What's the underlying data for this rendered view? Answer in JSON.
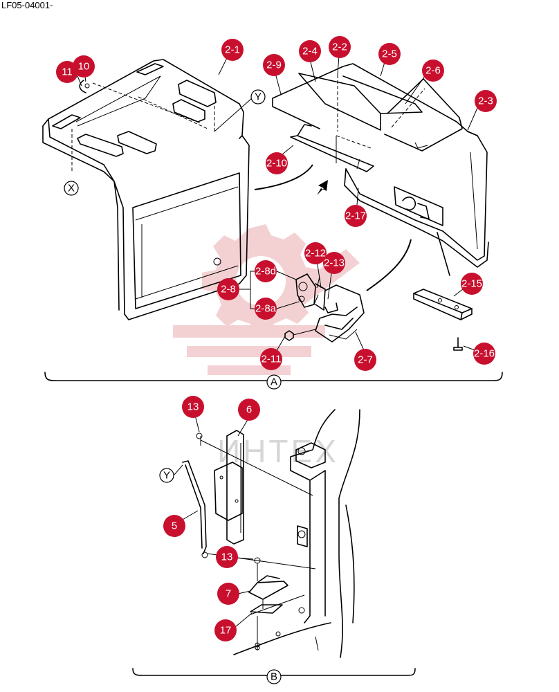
{
  "doc_code": "LF05-04001-",
  "colors": {
    "callout": "#c8102e",
    "watermark": "#f2c9cc",
    "ink": "#000000"
  },
  "watermark": {
    "text": "ИНТЕХ",
    "icon": "gear-logo-icon"
  },
  "section_labels": [
    "A",
    "B"
  ],
  "view_markers": {
    "x": "X",
    "y": "Y"
  },
  "callouts": [
    {
      "id": "2-1",
      "label": "2-1"
    },
    {
      "id": "2-2",
      "label": "2-2"
    },
    {
      "id": "2-3",
      "label": "2-3"
    },
    {
      "id": "2-4",
      "label": "2-4"
    },
    {
      "id": "2-5",
      "label": "2-5"
    },
    {
      "id": "2-6",
      "label": "2-6"
    },
    {
      "id": "2-7",
      "label": "2-7"
    },
    {
      "id": "2-8",
      "label": "2-8"
    },
    {
      "id": "2-8a",
      "label": "2-8a"
    },
    {
      "id": "2-8d",
      "label": "2-8d"
    },
    {
      "id": "2-9",
      "label": "2-9"
    },
    {
      "id": "2-10",
      "label": "2-10"
    },
    {
      "id": "2-11",
      "label": "2-11"
    },
    {
      "id": "2-12",
      "label": "2-12"
    },
    {
      "id": "2-13",
      "label": "2-13"
    },
    {
      "id": "2-15",
      "label": "2-15"
    },
    {
      "id": "2-16",
      "label": "2-16"
    },
    {
      "id": "2-17",
      "label": "2-17"
    },
    {
      "id": "5",
      "label": "5"
    },
    {
      "id": "6",
      "label": "6"
    },
    {
      "id": "7",
      "label": "7"
    },
    {
      "id": "10",
      "label": "10"
    },
    {
      "id": "11",
      "label": "11"
    },
    {
      "id": "13a",
      "label": "13"
    },
    {
      "id": "13b",
      "label": "13"
    },
    {
      "id": "17",
      "label": "17"
    }
  ]
}
